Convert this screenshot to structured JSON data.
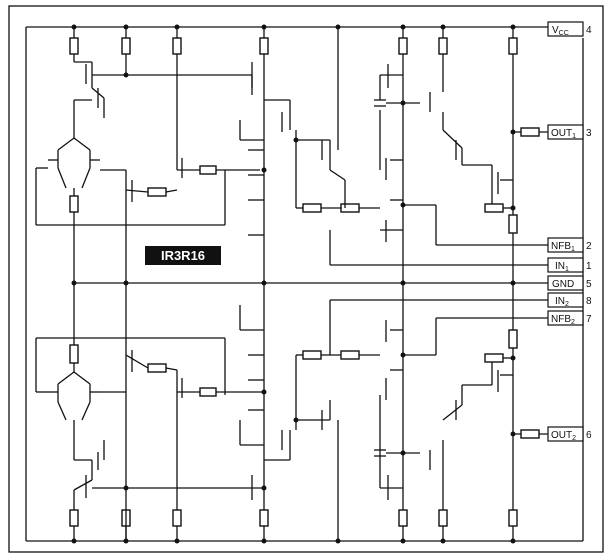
{
  "diagram": {
    "chip_label": "IR3R16",
    "pins": [
      {
        "name": "V",
        "sub": "CC",
        "number": "4"
      },
      {
        "name": "OUT",
        "sub": "1",
        "number": "3"
      },
      {
        "name": "NFB",
        "sub": "1",
        "number": "2"
      },
      {
        "name": "IN",
        "sub": "1",
        "number": "1"
      },
      {
        "name": "GND",
        "sub": "",
        "number": "5"
      },
      {
        "name": "IN",
        "sub": "2",
        "number": "8"
      },
      {
        "name": "NFB",
        "sub": "2",
        "number": "7"
      },
      {
        "name": "OUT",
        "sub": "2",
        "number": "6"
      }
    ],
    "colors": {
      "ink": "#111111",
      "paper": "#ffffff",
      "label_bg": "#111111"
    }
  }
}
